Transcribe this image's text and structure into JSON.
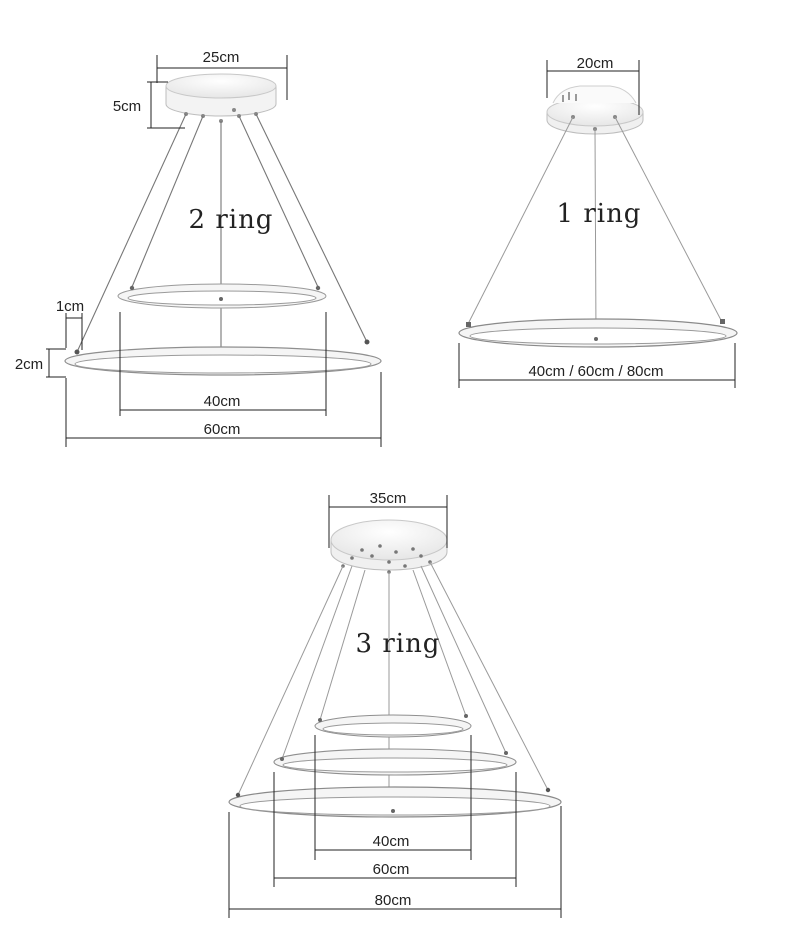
{
  "diagrams": {
    "two_ring": {
      "label": "2 ring",
      "canopy_width": "25cm",
      "canopy_height": "5cm",
      "ring_thickness": "1cm",
      "ring_height": "2cm",
      "inner_ring": "40cm",
      "outer_ring": "60cm"
    },
    "one_ring": {
      "label": "1 ring",
      "canopy_width": "20cm",
      "ring_sizes": "40cm / 60cm / 80cm"
    },
    "three_ring": {
      "label": "3 ring",
      "canopy_width": "35cm",
      "small_ring": "40cm",
      "medium_ring": "60cm",
      "large_ring": "80cm"
    }
  }
}
